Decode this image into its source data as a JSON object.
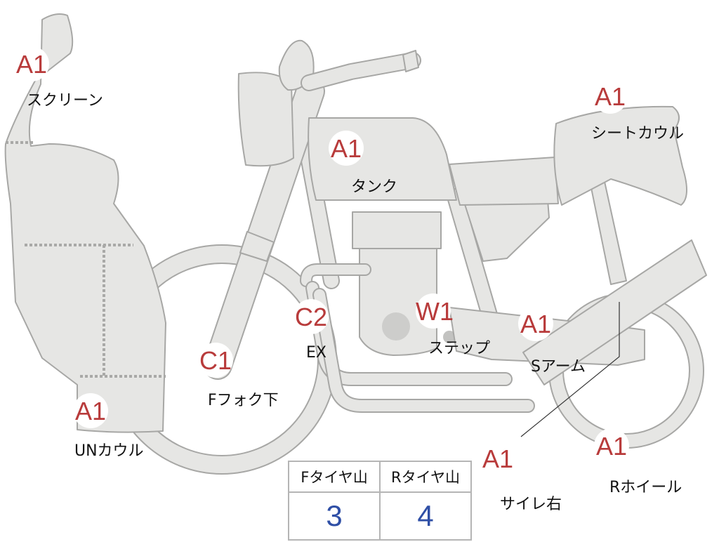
{
  "markers": [
    {
      "id": "screen",
      "code": "A1",
      "label": "スクリーン"
    },
    {
      "id": "tank",
      "code": "A1",
      "label": "タンク"
    },
    {
      "id": "seat-cowl",
      "code": "A1",
      "label": "シートカウル"
    },
    {
      "id": "under-cowl",
      "code": "A1",
      "label": "UNカウル"
    },
    {
      "id": "fork",
      "code": "C1",
      "label": "Fフォク下"
    },
    {
      "id": "exhaust",
      "code": "C2",
      "label": "EX"
    },
    {
      "id": "step",
      "code": "W1",
      "label": "ステップ"
    },
    {
      "id": "swingarm",
      "code": "A1",
      "label": "Sアーム"
    },
    {
      "id": "muffler",
      "code": "A1",
      "label": "サイレ右"
    },
    {
      "id": "rear-wheel",
      "code": "A1",
      "label": "Rホイール"
    }
  ],
  "tire_table": {
    "headers": [
      "Fタイヤ山",
      "Rタイヤ山"
    ],
    "values": [
      "3",
      "4"
    ]
  },
  "colors": {
    "part_fill": "#e6e6e4",
    "part_outline": "#a7a7a5",
    "code_text": "#b83b3b",
    "table_value_text": "#2f4fa6"
  }
}
